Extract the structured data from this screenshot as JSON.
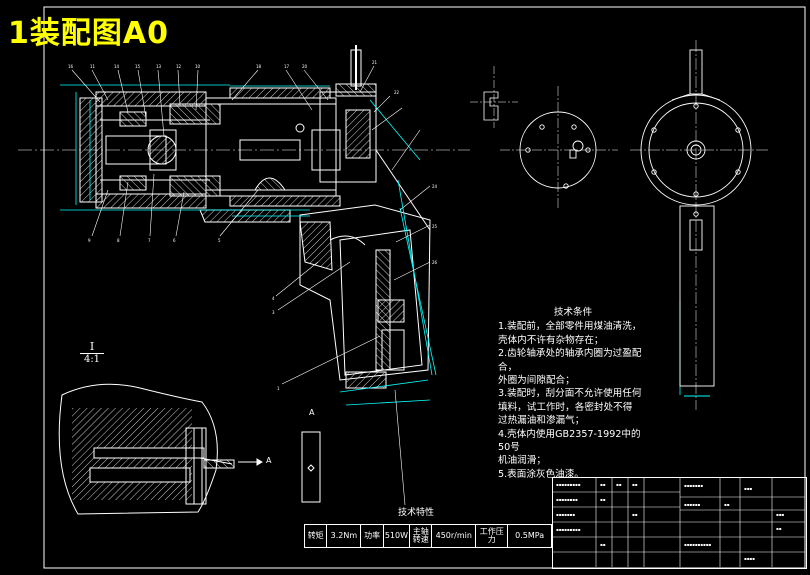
{
  "title": "1装配图A0",
  "detail_view": {
    "roman": "I",
    "scale": "4:1"
  },
  "section_marker": "A",
  "technical_requirements": {
    "heading": "技术条件",
    "lines": [
      "1.装配前，全部零件用煤油清洗，",
      "壳体内不许有杂物存在；",
      "2.齿轮轴承处的轴承内圈为过盈配合，",
      "外圈为间隙配合；",
      "3.装配时，刮分面不允许使用任何",
      "填料，试工作时，各密封处不得",
      "过热漏油和渗漏气；",
      "4.壳体内使用GB2357-1992中的50号",
      "机油润滑；",
      "5.表面涂灰色油漆。"
    ]
  },
  "performance": {
    "title": "技术特性",
    "cells": [
      "转矩",
      "3.2Nm",
      "功率",
      "510W",
      "主轴转速",
      "450r/min",
      "工作压力",
      "0.5MPa"
    ]
  },
  "colors": {
    "background": "#000000",
    "outline": "#ffffff",
    "dimension": "#00ffff",
    "leader": "#ffffff",
    "title": "#ffff00",
    "hatch": "#ffffff"
  }
}
